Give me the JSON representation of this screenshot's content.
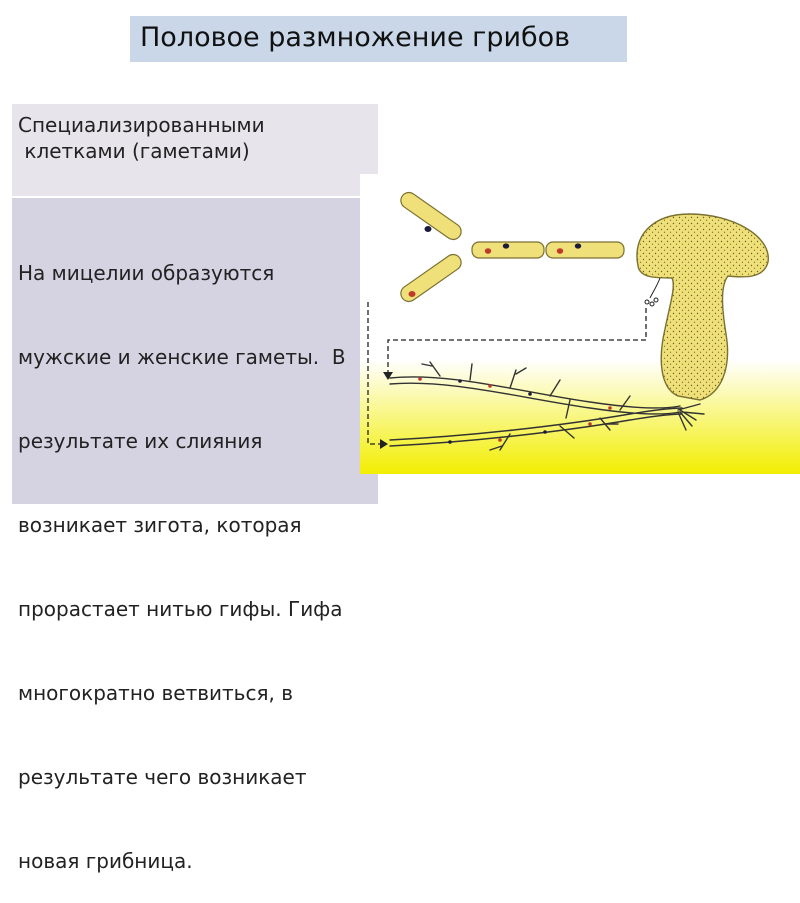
{
  "title": "Половое размножение грибов",
  "heading": {
    "line1": "Специализированными",
    "line2": " клетками (гаметами)"
  },
  "description": {
    "lines": [
      "На мицелии образуются",
      "мужские и женские гаметы.  В",
      "результате их слияния",
      "возникает зигота, которая",
      "прорастает нитью гифы. Гифа",
      "многократно ветвиться, в",
      "результате чего возникает",
      "новая грибница."
    ]
  },
  "colors": {
    "title_bg": "#c9d7e8",
    "heading_bg": "#e7e4ec",
    "body_bg": "#d5d3e1",
    "fungus_yellow": "#efe07a",
    "panel_gradient_bottom": "#f2ee00"
  }
}
